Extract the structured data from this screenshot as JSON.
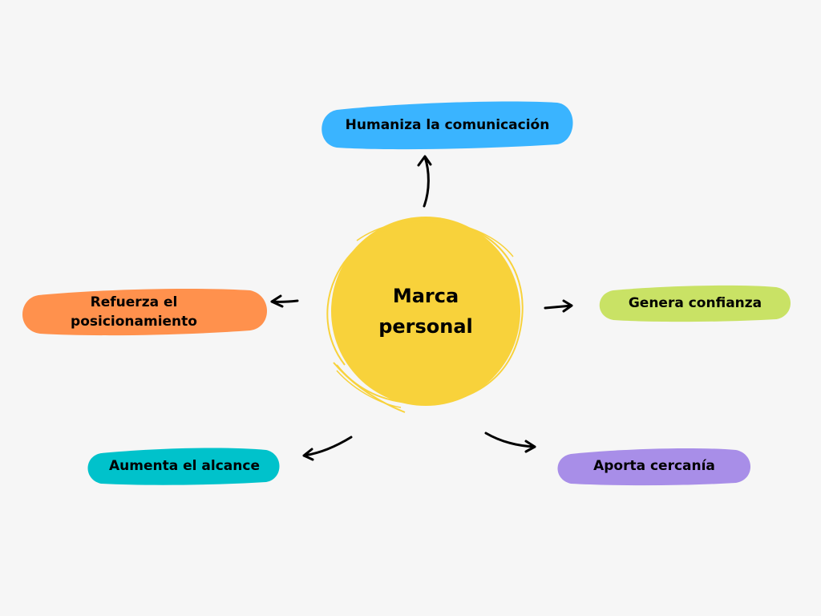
{
  "diagram": {
    "center": {
      "label_line1": "Marca",
      "label_line2": "personal",
      "color": "#f8d23b"
    },
    "nodes": {
      "top": {
        "label": "Humaniza la comunicación",
        "color": "#3ab4ff"
      },
      "left": {
        "label_line1": "Refuerza el",
        "label_line2": "posicionamiento",
        "color": "#ff914d"
      },
      "right": {
        "label": "Genera confianza",
        "color": "#c9e265"
      },
      "bottom_left": {
        "label": "Aumenta el alcance",
        "color": "#00c2cb"
      },
      "bottom_right": {
        "label": "Aporta cercanía",
        "color": "#a88ee8"
      }
    },
    "arrow_color": "#000000"
  }
}
